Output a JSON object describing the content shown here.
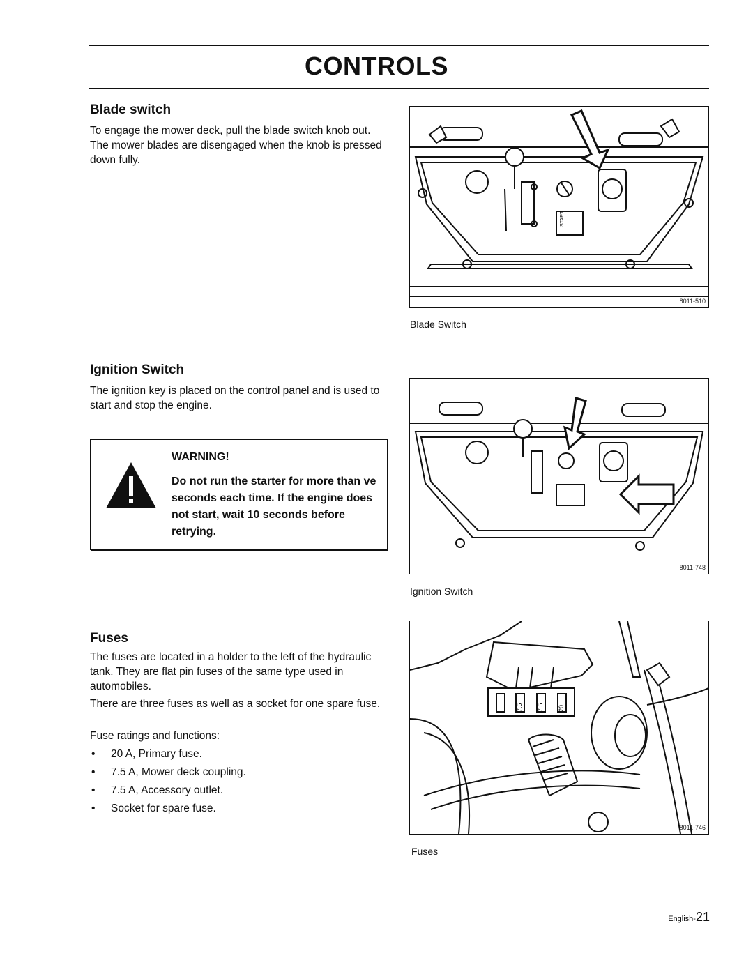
{
  "header": {
    "title": "CONTROLS"
  },
  "blade": {
    "heading": "Blade switch",
    "text": "To engage the mower deck, pull the blade switch knob out. The mower blades are disengaged when the knob is pressed down fully.",
    "fig_code": "8011-510",
    "caption": "Blade Switch"
  },
  "ignition": {
    "heading": "Ignition Switch",
    "text": "The ignition key is placed on the control panel and is used to start and stop the engine.",
    "fig_code": "8011-748",
    "caption": "Ignition Switch"
  },
  "warning": {
    "title": "WARNING!",
    "text": "Do not run the starter for more than   ve seconds each time. If the engine does not start, wait 10 seconds before retrying."
  },
  "fuses": {
    "heading": "Fuses",
    "text1": "The fuses are located in a holder to the left of the hydraulic tank. They are flat pin fuses of the same type used in automobiles.",
    "text2": "There are three fuses as well as a socket for one spare fuse.",
    "text3": "Fuse ratings and functions:",
    "bullets": [
      "20 A, Primary fuse.",
      "7.5 A, Mower deck coupling.",
      "7.5 A, Accessory outlet.",
      "Socket for spare fuse."
    ],
    "fig_code": "8011-746",
    "caption": "Fuses",
    "fuse_labels": [
      "7.5",
      "7.5",
      "20"
    ]
  },
  "panel_labels": {
    "start": "START"
  },
  "footer": {
    "language": "English-",
    "page": "21"
  }
}
